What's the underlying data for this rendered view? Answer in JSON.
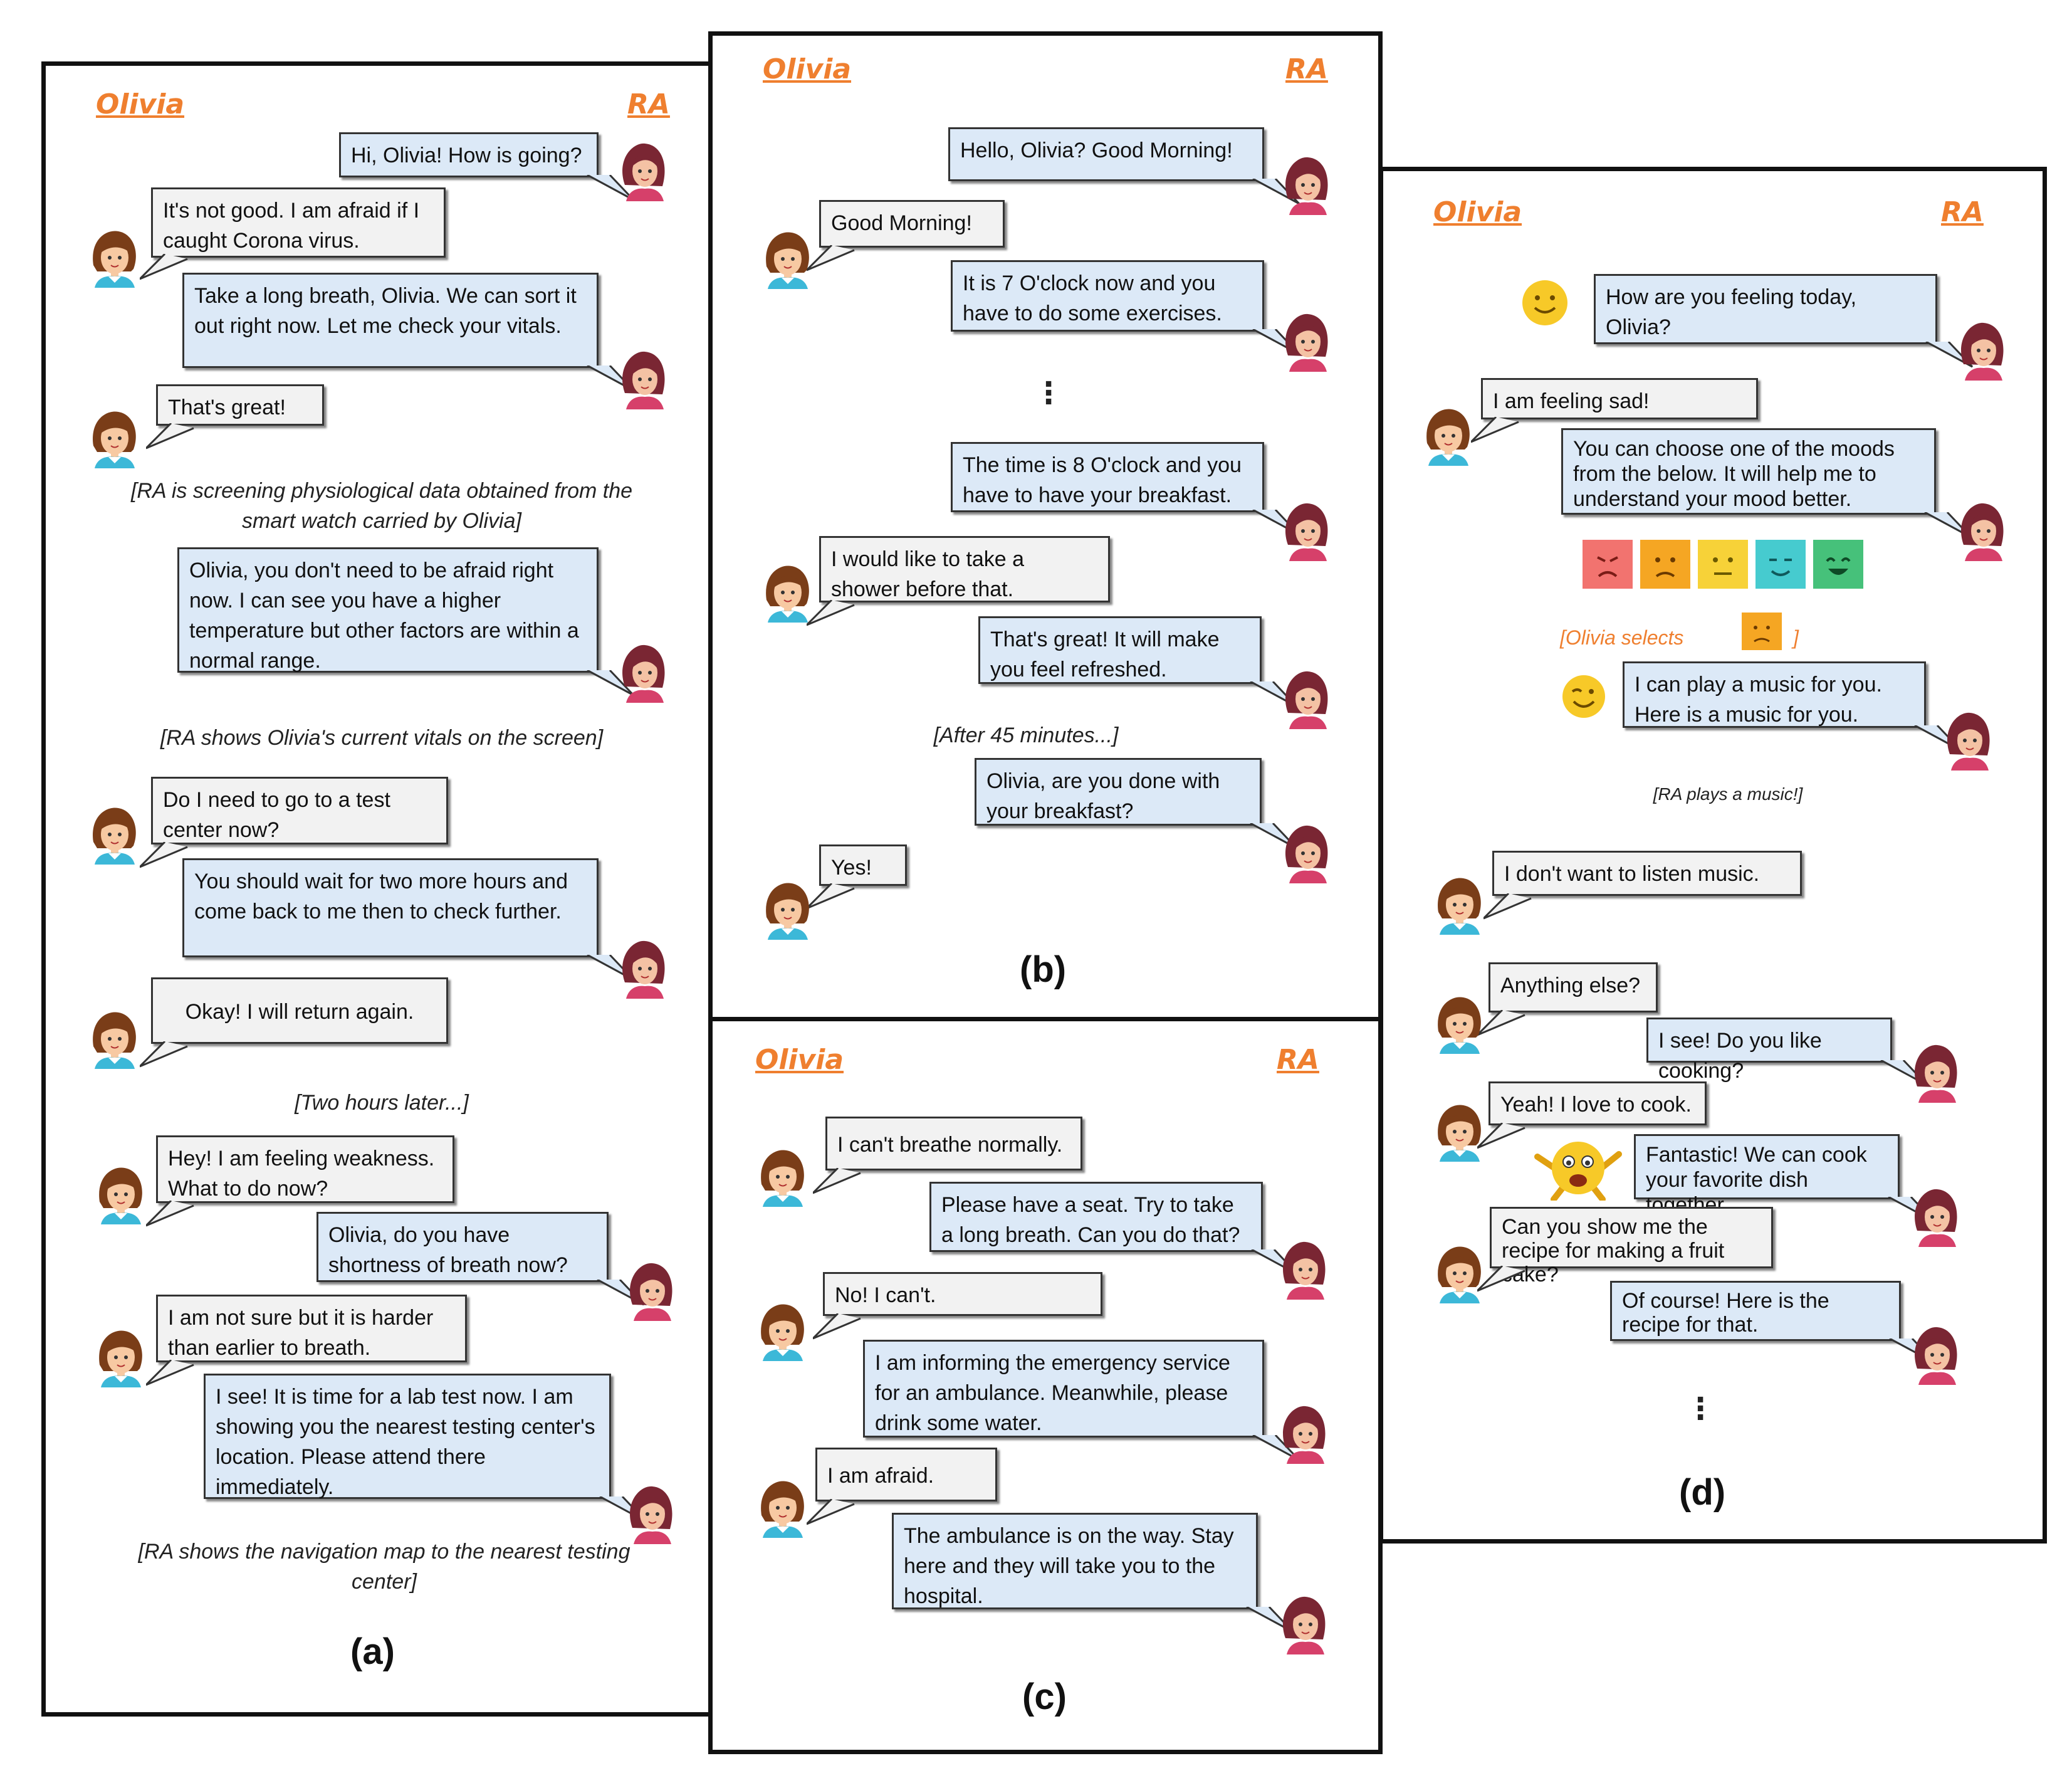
{
  "speakers": {
    "user": "Olivia",
    "robot": "RA"
  },
  "panels": {
    "a": {
      "label": "(a)",
      "messages": [
        "Hi, Olivia! How is going?",
        "It's not good. I am afraid if I caught Corona virus.",
        "Take a long breath, Olivia.  We can sort it out right now. Let me check your vitals.",
        "That's great!",
        "Olivia, you don't need to be afraid right now. I can see you have a higher temperature but other factors are within a normal range.",
        "Do I need to go to a test center now?",
        "You should wait for two more hours and come back to me then to check further.",
        "Okay! I will return again.",
        "Hey! I am feeling weakness. What to do now?",
        "Olivia, do you have shortness of breath now?",
        "I am not sure but it is harder than earlier to breath.",
        "I see! It is time for a lab test now. I am showing you the nearest testing center's location. Please attend there immediately."
      ],
      "notes": [
        "[RA is screening physiological data obtained from the smart watch carried by Olivia]",
        "[RA shows Olivia's current vitals on the screen]",
        "[Two hours later...]",
        "[RA shows the navigation map to the nearest testing center]"
      ]
    },
    "b": {
      "label": "(b)",
      "messages": [
        "Hello, Olivia? Good Morning!",
        "Good Morning!",
        "It is 7 O'clock now and you have to do some exercises.",
        "The time is 8 O'clock and you have to have your breakfast.",
        "I would like to take a shower before that.",
        "That's great! It will make you feel refreshed.",
        "Olivia, are you done with your breakfast?",
        "Yes!"
      ],
      "notes": [
        "[After 45 minutes...]"
      ],
      "ellipsis": "⋮"
    },
    "c": {
      "label": "(c)",
      "messages": [
        "I can't breathe normally.",
        "Please have a seat. Try to take a long breath. Can you do that?",
        "No! I can't.",
        "I am informing the emergency service for an ambulance. Meanwhile, please drink some water.",
        "I am afraid.",
        "The ambulance is on the way. Stay here and they will take you to the hospital."
      ]
    },
    "d": {
      "label": "(d)",
      "messages": [
        "How are you feeling today, Olivia?",
        "I am feeling sad!",
        "You can choose one of the moods from the below. It will help me to understand your mood better.",
        "I can play a music for you. Here is a music for you.",
        "I don't want to listen music.",
        "Anything else?",
        "I see! Do you like cooking?",
        "Yeah! I love to cook.",
        "Fantastic! We can cook your favorite dish together.",
        "Can you show me the recipe for making a fruit cake?",
        "Of course! Here is the recipe for that."
      ],
      "notes": [
        "[Olivia selects",
        "]",
        "[RA plays a music!]"
      ],
      "moods": [
        {
          "name": "angry",
          "color": "#f2736f"
        },
        {
          "name": "sad",
          "color": "#f5a623"
        },
        {
          "name": "neutral",
          "color": "#f7d238"
        },
        {
          "name": "calm",
          "color": "#46cbcf"
        },
        {
          "name": "happy",
          "color": "#46c17a"
        }
      ],
      "ellipsis": "⋮"
    }
  },
  "colors": {
    "header": "#ef7f2f",
    "user_bubble": "#f2f2f2",
    "robot_bubble": "#dce9f7"
  }
}
